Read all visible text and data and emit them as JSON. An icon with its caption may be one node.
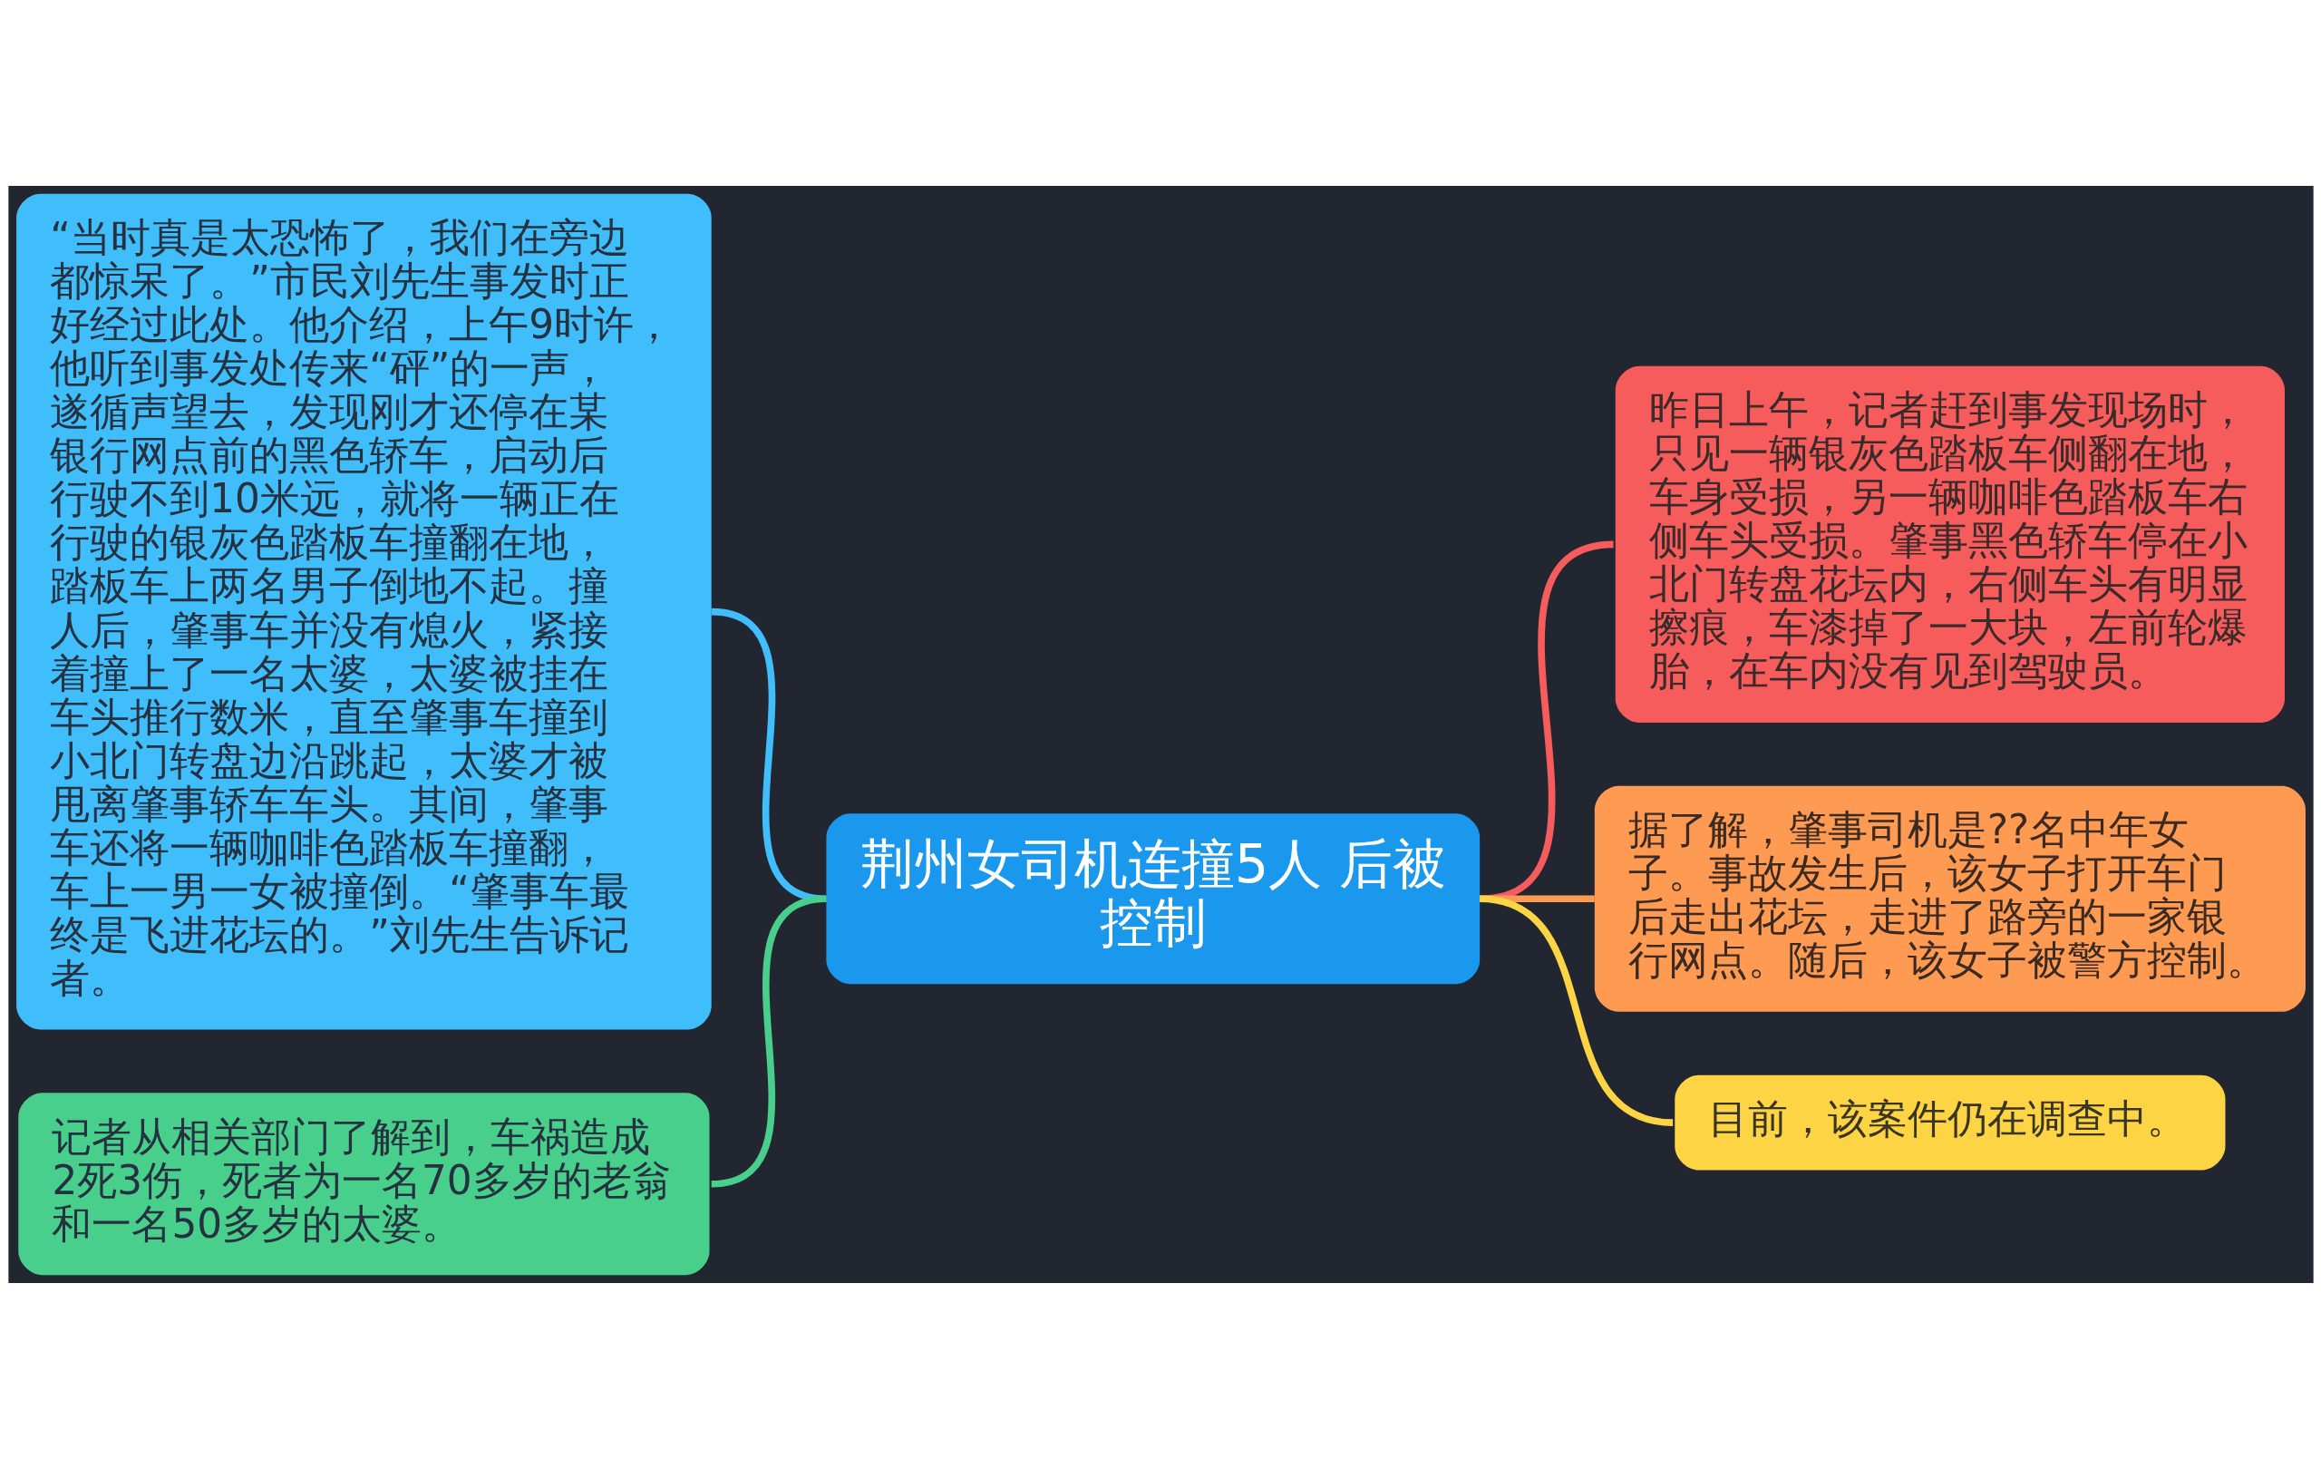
{
  "diagram": {
    "nodes": [
      {
        "text": [
          "荆州女司机连撞5人 后被控制"
        ]
      },
      {
        "text": [
          "“当时真是太恐怖了，我们在旁边都惊呆了。”市民刘先生事发时正好经过此处。他介绍，上午9时许，他听到事发处传来“砰”的一声，遂循声望去，发现刚才还停在某银行网点前的黑色轿车，启动后行驶不到10米远，就将一辆正在行驶的银灰色踏板车撞翻在地，踏板车上两名男子倒地不起。撞人后，肇事车并没有熄火，紧接着撞上了一名太婆，太婆被挂在车头推行数米，直至肇事车撞到小北门转盘边沿跳起，太婆才被甩离肇事轿车车头。其间，肇事车还将一辆咖啡色踏板车撞翻，车上一男一女被撞倒。“肇事车最终是飞进花坛的。”刘先生告诉记者。"
        ]
      },
      {
        "text": [
          "记者从相关部门了解到，车祸造成2死3伤，死者为一名70多岁的老翁和一名50多岁的太婆。"
        ]
      },
      {
        "text": [
          "昨日上午，记者赶到事发现场时，只见一辆银灰色踏板车侧翻在地，车身受损，另一辆咖啡色踏板车右侧车头受损。肇事黑色轿车停在小北门转盘花坛内，右侧车头有明显擦痕，车漆掉了一大块，左前轮爆胎，在车内没有见到驾驶员。"
        ]
      },
      {
        "text": [
          "据了解，肇事司机是??名中年女子。事故发生后，该女子打开车门后走出花坛，走进了路旁的一家银行网点。随后，该女子被警方控制。"
        ]
      },
      {
        "text": [
          "目前，该案件仍在调查中。"
        ]
      }
    ],
    "edges": [
      {
        "from": 0,
        "to": 1,
        "arrow": "none",
        "color": "#40bdfb"
      },
      {
        "from": 0,
        "to": 2,
        "arrow": "none",
        "color": "#48cf8c"
      },
      {
        "from": 0,
        "to": 3,
        "arrow": "none",
        "color": "#f75c5c"
      },
      {
        "from": 0,
        "to": 4,
        "arrow": "none",
        "color": "#fe9a52"
      },
      {
        "from": 0,
        "to": 5,
        "arrow": "none",
        "color": "#fdd443"
      }
    ]
  }
}
